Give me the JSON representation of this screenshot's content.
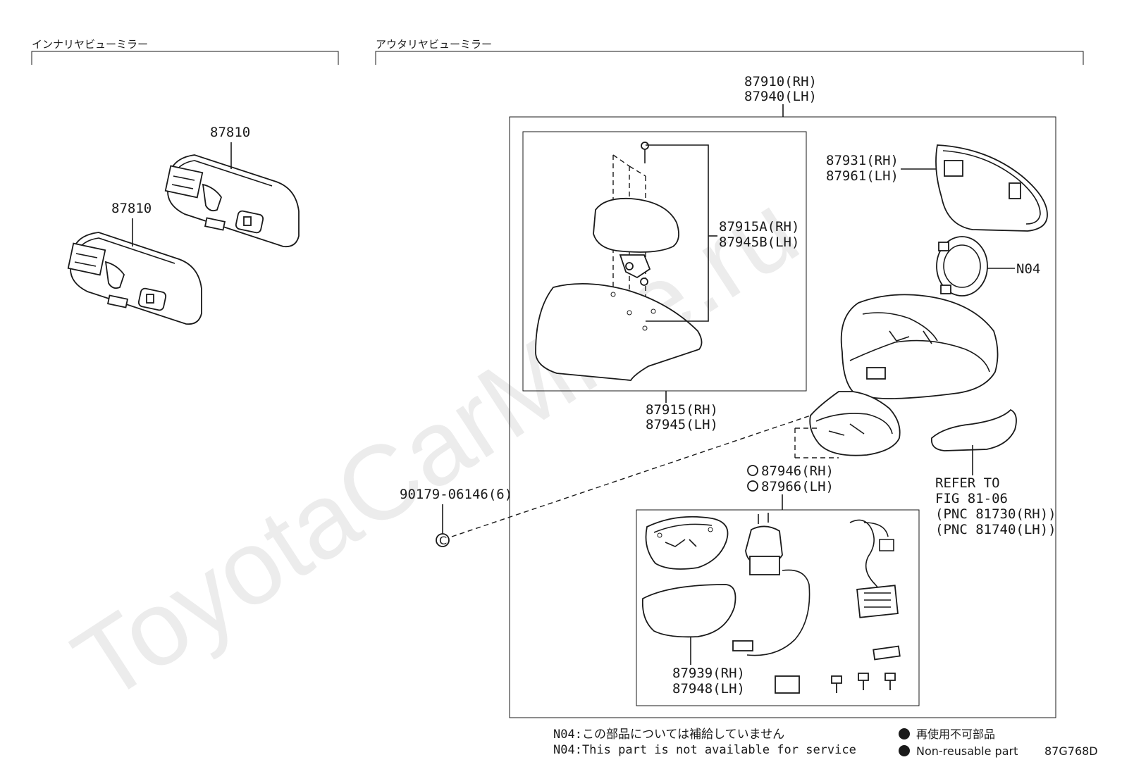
{
  "watermark": "ToyotaCarMine.ru",
  "sections": {
    "inner": "インナリヤビューミラー",
    "outer": "アウタリヤビューミラー"
  },
  "labels": {
    "p87810a": "87810",
    "p87810b": "87810",
    "p87910_rh": "87910(RH)",
    "p87940_lh": "87940(LH)",
    "p87931_rh": "87931(RH)",
    "p87961_lh": "87961(LH)",
    "p87915a_rh": "87915A(RH)",
    "p87945b_lh": "87945B(LH)",
    "n04": "N04",
    "p87915_rh": "87915(RH)",
    "p87945_lh": "87945(LH)",
    "p87946_rh": "87946(RH)",
    "p87966_lh": "87966(LH)",
    "refer_1": "REFER TO",
    "refer_2": "FIG 81-06",
    "refer_3": "(PNC 81730(RH))",
    "refer_4": "(PNC 81740(LH))",
    "p90179": "90179-06146(6)",
    "p87939_rh": "87939(RH)",
    "p87948_lh": "87948(LH)",
    "c_mark": "C"
  },
  "notes": {
    "n04_jp": "N04:この部品については補給していません",
    "n04_en": "N04:This part is not available for service"
  },
  "legend": {
    "jp": "再使用不可部品",
    "en": "Non-reusable part"
  },
  "figure_id": "87G768D",
  "colors": {
    "line": "#1a1a1a",
    "watermark": "#ececec",
    "background": "#ffffff"
  }
}
